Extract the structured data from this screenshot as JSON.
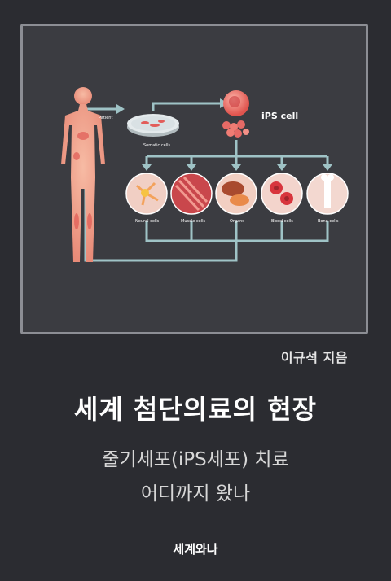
{
  "illustration": {
    "patient_label": "Patient",
    "somatic_label": "Somatic cells",
    "ips_label": "iPS cell",
    "cell_types": [
      "Neural cells",
      "Muscle cells",
      "Organs",
      "Blood cells",
      "Bone cells"
    ]
  },
  "book": {
    "author": "이규석 지음",
    "title": "세계 첨단의료의 현장",
    "subtitle_line1": "줄기세포(iPS세포) 치료",
    "subtitle_line2": "어디까지 왔나",
    "publisher": "세계와나"
  },
  "colors": {
    "background": "#2b2c31",
    "panel": "#3b3c41",
    "arrow": "#9fc3c6",
    "body": "#f0a08a"
  }
}
